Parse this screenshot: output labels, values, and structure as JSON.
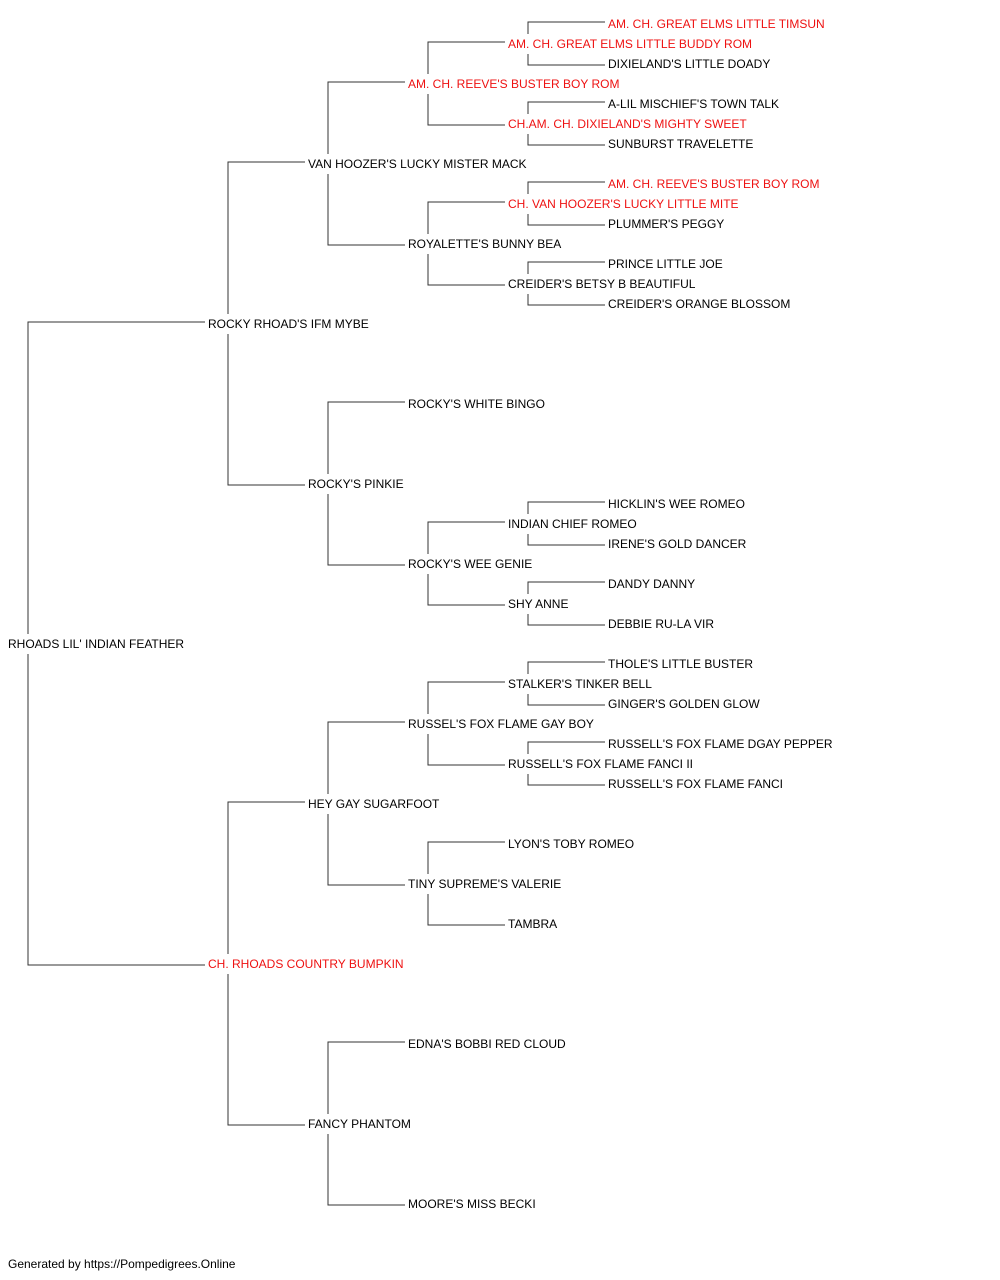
{
  "colors": {
    "champion": "#ee1111",
    "normal": "#000000",
    "line": "#333333"
  },
  "pedigree": {
    "subject": "RHOADS LIL' INDIAN FEATHER",
    "sire": "ROCKY RHOAD'S IFM MYBE",
    "dam": "CH. RHOADS COUNTRY BUMPKIN",
    "sire_sire": "VAN HOOZER'S LUCKY MISTER MACK",
    "sire_dam": "ROCKY'S PINKIE",
    "dam_sire": "HEY GAY SUGARFOOT",
    "dam_dam": "FANCY PHANTOM",
    "ss_sire": "AM. CH. REEVE'S BUSTER BOY ROM",
    "ss_dam": "ROYALETTE'S BUNNY BEA",
    "sd_sire": "ROCKY'S WHITE BINGO",
    "sd_dam": "ROCKY'S WEE GENIE",
    "ds_sire": "RUSSEL'S FOX FLAME GAY BOY",
    "ds_dam": "TINY SUPREME'S VALERIE",
    "dd_sire": "EDNA'S BOBBI RED CLOUD",
    "dd_dam": "MOORE'S MISS BECKI",
    "sss_sire": "AM. CH. GREAT ELMS LITTLE BUDDY ROM",
    "sss_dam": "CH.AM. CH. DIXIELAND'S MIGHTY SWEET",
    "ssd_sire": "CH. VAN HOOZER'S LUCKY LITTLE MITE",
    "ssd_dam": "CREIDER'S BETSY B BEAUTIFUL",
    "sdd_sire": "INDIAN CHIEF ROMEO",
    "sdd_dam": "SHY ANNE",
    "dss_sire": "STALKER'S TINKER BELL",
    "dss_dam": "RUSSELL'S FOX FLAME FANCI II",
    "dsd_sire": "LYON'S TOBY ROMEO",
    "dsd_dam": "TAMBRA",
    "ssss_sire": "AM. CH. GREAT ELMS LITTLE TIMSUN",
    "ssss_dam": "DIXIELAND'S LITTLE DOADY",
    "sssd_sire": "A-LIL MISCHIEF'S TOWN TALK",
    "sssd_dam": "SUNBURST TRAVELETTE",
    "ssds_sire": "AM. CH. REEVE'S BUSTER BOY ROM",
    "ssds_dam": "PLUMMER'S PEGGY",
    "ssdd_sire": "PRINCE LITTLE JOE",
    "ssdd_dam": "CREIDER'S ORANGE BLOSSOM",
    "sdds_sire": "HICKLIN'S WEE ROMEO",
    "sdds_dam": "IRENE'S GOLD DANCER",
    "sddd_sire": "DANDY DANNY",
    "sddd_dam": "DEBBIE RU-LA VIR",
    "dsss_sire": "THOLE'S LITTLE BUSTER",
    "dsss_dam": "GINGER'S GOLDEN GLOW",
    "dssd_sire": "RUSSELL'S FOX FLAME DGAY PEPPER",
    "dssd_dam": "RUSSELL'S FOX FLAME FANCI"
  },
  "footer": "Generated by https://Pompedigrees.Online"
}
